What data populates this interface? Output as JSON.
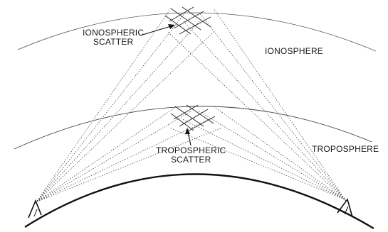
{
  "labels": {
    "ionospheric_scatter": [
      "IONOSPHERIC",
      "SCATTER"
    ],
    "ionosphere": "IONOSPHERE",
    "tropospheric_scatter": [
      "TROPOSPHERIC",
      "SCATTER"
    ],
    "troposphere": "TROPOSPHERE"
  },
  "colors": {
    "ink": "#1a1a1a",
    "background": "#ffffff"
  }
}
